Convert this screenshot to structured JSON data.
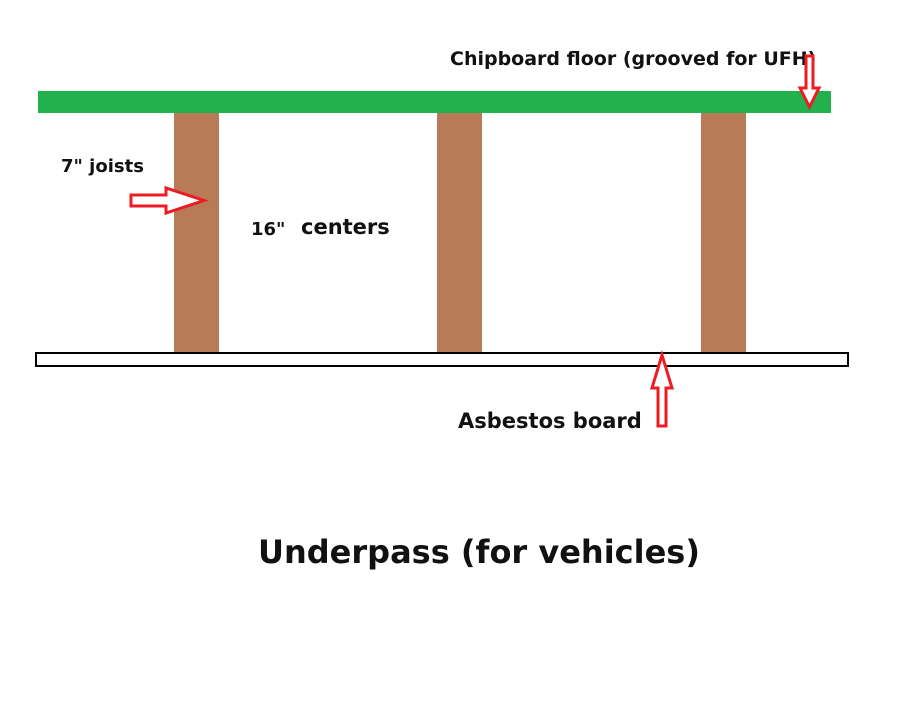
{
  "labels": {
    "chipboard_floor": "Chipboard floor (grooved for UFH)",
    "joists": "7\" joists",
    "spacing_value": "16\"",
    "spacing_unit": "centers",
    "asbestos_board": "Asbestos board",
    "underpass": "Underpass (for vehicles)"
  },
  "colors": {
    "floor": "#22b14c",
    "joist": "#b97a57",
    "arrow": "#ed1c24",
    "board_outline": "#000000",
    "text": "#111111"
  },
  "joist_count": 3
}
